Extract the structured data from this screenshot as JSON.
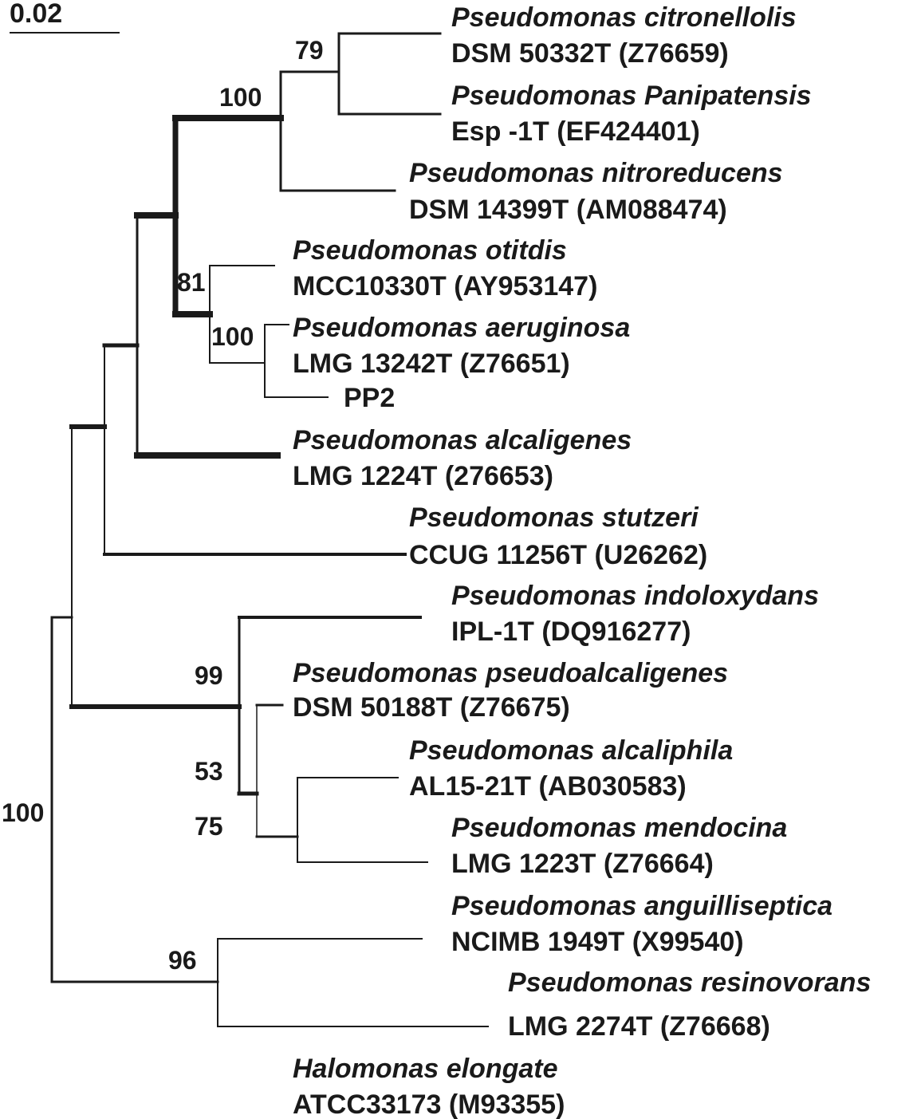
{
  "scale_bar": {
    "label": "0.02"
  },
  "taxa": [
    {
      "id": "citronellolis",
      "species": "Pseudomonas citronellolis",
      "strain": "DSM 50332T (Z76659)"
    },
    {
      "id": "panipatensis",
      "species": "Pseudomonas Panipatensis",
      "strain": "Esp -1T (EF424401)"
    },
    {
      "id": "nitroreducens",
      "species": "Pseudomonas nitroreducens",
      "strain": "DSM 14399T (AM088474)"
    },
    {
      "id": "otitdis",
      "species": "Pseudomonas otitdis",
      "strain": "MCC10330T (AY953147)"
    },
    {
      "id": "aeruginosa",
      "species": "Pseudomonas aeruginosa",
      "strain": "LMG 13242T (Z76651)"
    },
    {
      "id": "pp2",
      "species": "",
      "strain": "PP2"
    },
    {
      "id": "alcaligenes",
      "species": "Pseudomonas alcaligenes",
      "strain": "LMG 1224T (276653)"
    },
    {
      "id": "stutzeri",
      "species": "Pseudomonas stutzeri",
      "strain": "CCUG 11256T (U26262)"
    },
    {
      "id": "indoloxydans",
      "species": "Pseudomonas indoloxydans",
      "strain": "IPL-1T (DQ916277)"
    },
    {
      "id": "pseudoalcaligenes",
      "species": "Pseudomonas pseudoalcaligenes",
      "strain": "DSM 50188T (Z76675)"
    },
    {
      "id": "alcaliphila",
      "species": "Pseudomonas alcaliphila",
      "strain": "AL15-21T (AB030583)"
    },
    {
      "id": "mendocina",
      "species": "Pseudomonas mendocina",
      "strain": "LMG 1223T (Z76664)"
    },
    {
      "id": "anguilliseptica",
      "species": "Pseudomonas anguilliseptica",
      "strain": "NCIMB 1949T (X99540)"
    },
    {
      "id": "resinovorans",
      "species": "Pseudomonas resinovorans",
      "strain": "LMG 2274T (Z76668)"
    },
    {
      "id": "halomonas",
      "species": "Halomonas elongate",
      "strain": "ATCC33173 (M93355)"
    }
  ],
  "bootstrap": [
    {
      "id": "citronellolis-panipatensis",
      "value": "79"
    },
    {
      "id": "citronellolis-nitroreducens",
      "value": "100"
    },
    {
      "id": "otitdis-aeruginosa-pp2",
      "value": "81"
    },
    {
      "id": "aeruginosa-pp2",
      "value": "100"
    },
    {
      "id": "indoloxydans-group",
      "value": "99"
    },
    {
      "id": "pseudoalcaligenes-group",
      "value": "53"
    },
    {
      "id": "alcaliphila-mendocina",
      "value": "75"
    },
    {
      "id": "anguilliseptica-resinovorans",
      "value": "96"
    },
    {
      "id": "root",
      "value": "100"
    }
  ],
  "colors": {
    "line": "#1a1a1a",
    "background": "#ffffff"
  }
}
